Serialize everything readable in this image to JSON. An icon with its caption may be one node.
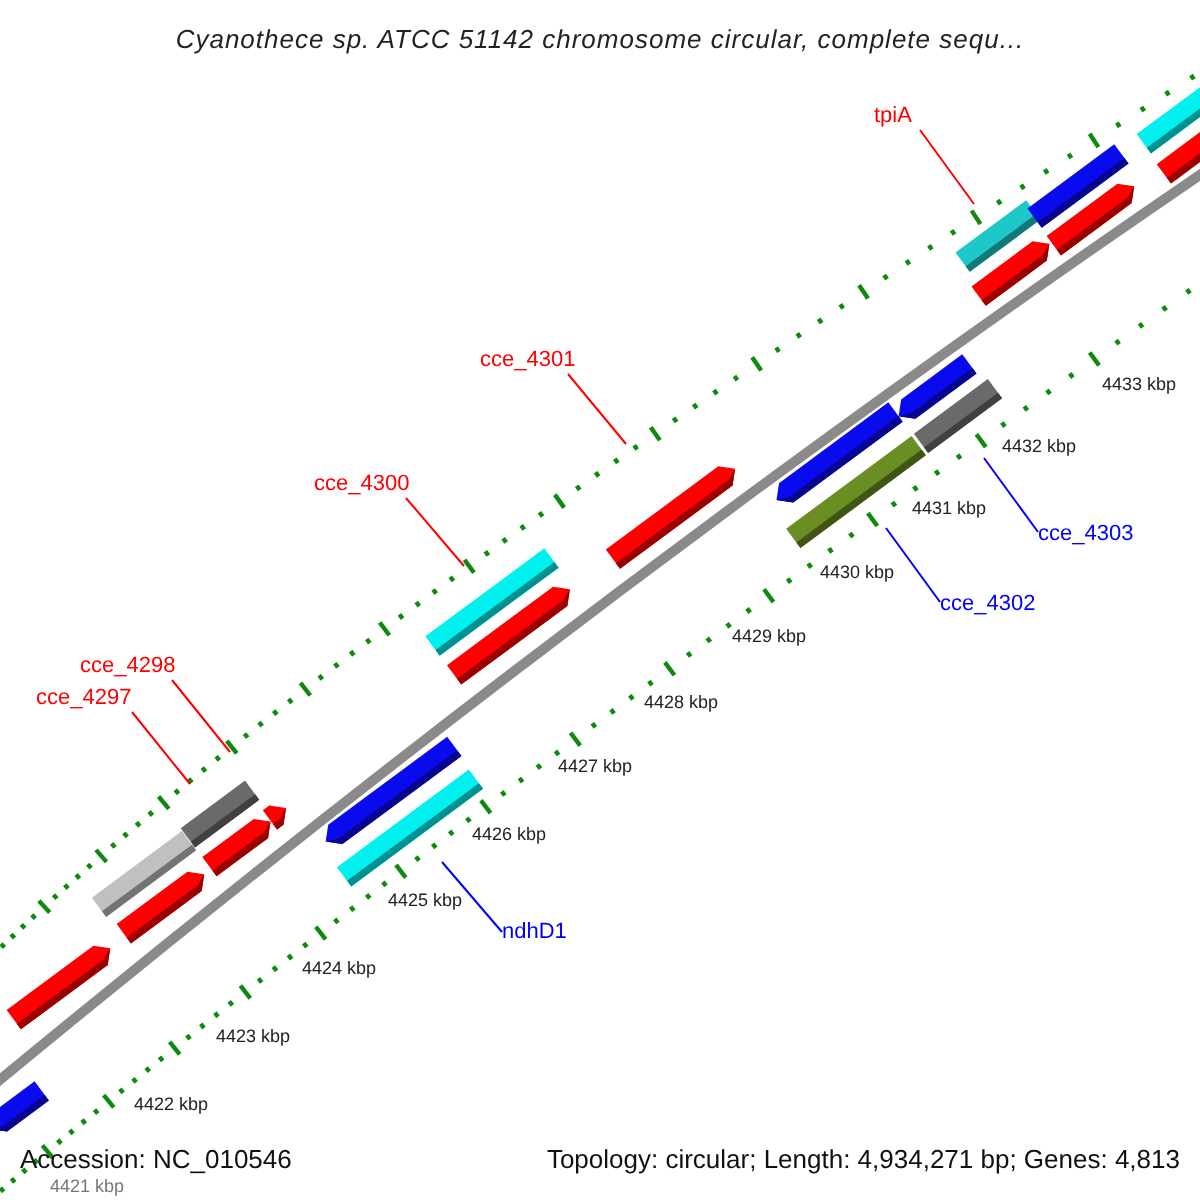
{
  "diagram": {
    "title": "Cyanothece sp. ATCC 51142 chromosome circular, complete sequ...",
    "nodes": [
      {
        "text": [
          "tpiA"
        ]
      },
      {
        "text": [
          "cce_4301"
        ]
      },
      {
        "text": [
          "cce_4300"
        ]
      },
      {
        "text": [
          "cce_4298"
        ]
      },
      {
        "text": [
          "cce_4297"
        ]
      },
      {
        "text": [
          "cce_4303"
        ]
      },
      {
        "text": [
          "cce_4302"
        ]
      },
      {
        "text": [
          "ndhD1"
        ]
      }
    ],
    "edges": [
      {
        "from": 0,
        "to": null,
        "arrow": "none"
      },
      {
        "from": 1,
        "to": null,
        "arrow": "none"
      },
      {
        "from": 2,
        "to": null,
        "arrow": "none"
      },
      {
        "from": 3,
        "to": null,
        "arrow": "none"
      },
      {
        "from": 4,
        "to": null,
        "arrow": "none"
      },
      {
        "from": 5,
        "to": null,
        "arrow": "none",
        "color": "#0000ff"
      },
      {
        "from": 6,
        "to": null,
        "arrow": "none",
        "color": "#0000ff"
      },
      {
        "from": 7,
        "to": null,
        "arrow": "none",
        "color": "#0000ff"
      }
    ],
    "labels": [
      "4433 kbp",
      "4432 kbp",
      "4431 kbp",
      "4430 kbp",
      "4429 kbp",
      "4428 kbp",
      "4427 kbp",
      "4426 kbp",
      "4425 kbp",
      "4424 kbp",
      "4423 kbp",
      "4422 kbp",
      "4421 kbp",
      "Accession: NC_010546",
      "Topology: circular; Length: 4,934,271 bp; Genes: 4,813"
    ]
  }
}
